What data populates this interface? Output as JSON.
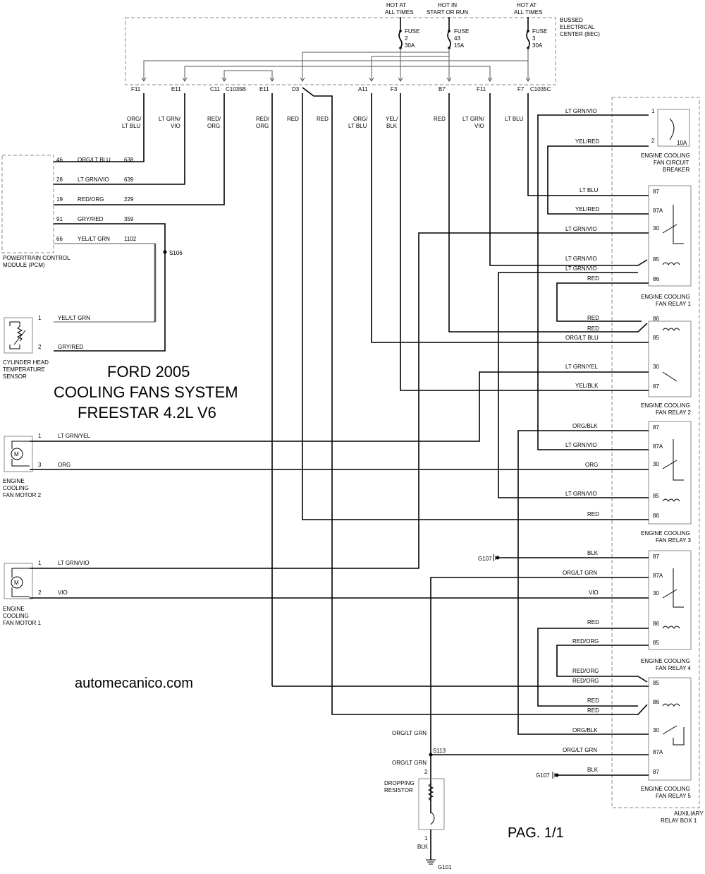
{
  "title": {
    "line1": "FORD 2005",
    "line2": "COOLING FANS SYSTEM",
    "line3": "FREESTAR 4.2L V6"
  },
  "site": "automecanico.com",
  "page": "PAG. 1/1",
  "bec": {
    "label": [
      "BUSSED",
      "ELECTRICAL",
      "CENTER (BEC)"
    ],
    "hot1": [
      "HOT AT",
      "ALL TIMES"
    ],
    "hot2": [
      "HOT IN",
      "START OR RUN"
    ],
    "hot3": [
      "HOT AT",
      "ALL TIMES"
    ],
    "fuse2": [
      "FUSE",
      "2",
      "30A"
    ],
    "fuse43": [
      "FUSE",
      "43",
      "15A"
    ],
    "fuse3": [
      "FUSE",
      "3",
      "30A"
    ],
    "pins": [
      "F11",
      "E11",
      "C11",
      "C1035B",
      "E11",
      "D3",
      "A11",
      "F3",
      "B7",
      "F11",
      "F7",
      "C1035C"
    ]
  },
  "bec_wires": [
    [
      "ORG/",
      "LT BLU"
    ],
    [
      "LT GRN/",
      "VIO"
    ],
    [
      "RED/",
      "ORG"
    ],
    [
      "RED/",
      "ORG"
    ],
    [
      "RED"
    ],
    [
      "RED"
    ],
    [
      "ORG/",
      "LT BLU"
    ],
    [
      "YEL/",
      "BLK"
    ],
    [
      "RED"
    ],
    [
      "LT GRN/",
      "VIO"
    ],
    [
      "LT BLU"
    ]
  ],
  "pcm": {
    "label": [
      "POWERTRAIN CONTROL",
      "MODULE (PCM)"
    ],
    "pins": [
      {
        "pin": "46",
        "color": "ORG/LT BLU",
        "circuit": "638"
      },
      {
        "pin": "28",
        "color": "LT GRN/VIO",
        "circuit": "639"
      },
      {
        "pin": "19",
        "color": "RED/ORG",
        "circuit": "229"
      },
      {
        "pin": "91",
        "color": "GRY/RED",
        "circuit": "359"
      },
      {
        "pin": "66",
        "color": "YEL/LT GRN",
        "circuit": "1102"
      }
    ],
    "splice": "S106"
  },
  "cht": {
    "label": [
      "CYLINDER HEAD",
      "TEMPERATURE",
      "SENSOR"
    ],
    "pins": [
      {
        "pin": "1",
        "color": "YEL/LT GRN"
      },
      {
        "pin": "2",
        "color": "GRY/RED"
      }
    ]
  },
  "motor2": {
    "label": [
      "ENGINE",
      "COOLING",
      "FAN MOTOR 2"
    ],
    "symbol": "M",
    "pins": [
      {
        "pin": "1",
        "color": "LT GRN/YEL"
      },
      {
        "pin": "3",
        "color": "ORG"
      }
    ]
  },
  "motor1": {
    "label": [
      "ENGINE",
      "COOLING",
      "FAN MOTOR 1"
    ],
    "symbol": "M",
    "pins": [
      {
        "pin": "1",
        "color": "LT GRN/VIO"
      },
      {
        "pin": "2",
        "color": "VIO"
      }
    ]
  },
  "breaker": {
    "label": [
      "ENGINE COOLING",
      "FAN CIRCUIT",
      "BREAKER"
    ],
    "rating": "10A",
    "pins": [
      {
        "pin": "1",
        "color": "LT GRN/VIO"
      },
      {
        "pin": "2",
        "color": "YEL/RED"
      }
    ]
  },
  "relay1": {
    "label": [
      "ENGINE COOLING",
      "FAN RELAY 1"
    ],
    "pins": [
      {
        "pin": "87",
        "color": "LT BLU"
      },
      {
        "pin": "87A",
        "color": "YEL/RED"
      },
      {
        "pin": "30",
        "color": "LT GRN/VIO"
      },
      {
        "pin": "85",
        "color": "LT GRN/VIO"
      },
      {
        "pin": "",
        "color": "LT GRN/VIO"
      },
      {
        "pin": "86",
        "color": "RED"
      }
    ]
  },
  "relay2": {
    "label": [
      "ENGINE COOLING",
      "FAN RELAY 2"
    ],
    "pins": [
      {
        "pin": "86",
        "color": "RED"
      },
      {
        "pin": "",
        "color": "RED"
      },
      {
        "pin": "85",
        "color": "ORG/LT BLU"
      },
      {
        "pin": "30",
        "color": "LT GRN/YEL"
      },
      {
        "pin": "87",
        "color": "YEL/BLK"
      }
    ]
  },
  "relay3": {
    "label": [
      "ENGINE COOLING",
      "FAN RELAY 3"
    ],
    "pins": [
      {
        "pin": "87",
        "color": "ORG/BLK"
      },
      {
        "pin": "87A",
        "color": "LT GRN/VIO"
      },
      {
        "pin": "30",
        "color": "ORG"
      },
      {
        "pin": "85",
        "color": "LT GRN/VIO"
      },
      {
        "pin": "86",
        "color": "RED"
      }
    ]
  },
  "relay4": {
    "label": [
      "ENGINE COOLING",
      "FAN RELAY 4"
    ],
    "pins": [
      {
        "pin": "87",
        "color": "BLK"
      },
      {
        "pin": "87A",
        "color": "ORG/LT GRN"
      },
      {
        "pin": "30",
        "color": "VIO"
      },
      {
        "pin": "86",
        "color": "RED"
      },
      {
        "pin": "85",
        "color": "RED/ORG"
      }
    ],
    "ground": "G107"
  },
  "relay5": {
    "label": [
      "ENGINE COOLING",
      "FAN RELAY 5"
    ],
    "pins": [
      {
        "pin": "",
        "color": "RED/ORG"
      },
      {
        "pin": "85",
        "color": "RED/ORG"
      },
      {
        "pin": "",
        "color": "RED"
      },
      {
        "pin": "86",
        "color": "RED"
      },
      {
        "pin": "30",
        "color": "ORG/BLK"
      },
      {
        "pin": "87A",
        "color": "ORG/LT GRN"
      },
      {
        "pin": "87",
        "color": "BLK"
      }
    ],
    "ground": "G107"
  },
  "aux_box": [
    "AUXILIARY",
    "RELAY BOX 1"
  ],
  "dropping": {
    "label": [
      "DROPPING",
      "RESISTOR"
    ],
    "wire_in": "ORG/LT GRN",
    "splice": "S113",
    "wire_mid": "ORG/LT GRN",
    "pin_top": "2",
    "pin_bottom": "1",
    "wire_out": "BLK",
    "ground": "G101"
  }
}
